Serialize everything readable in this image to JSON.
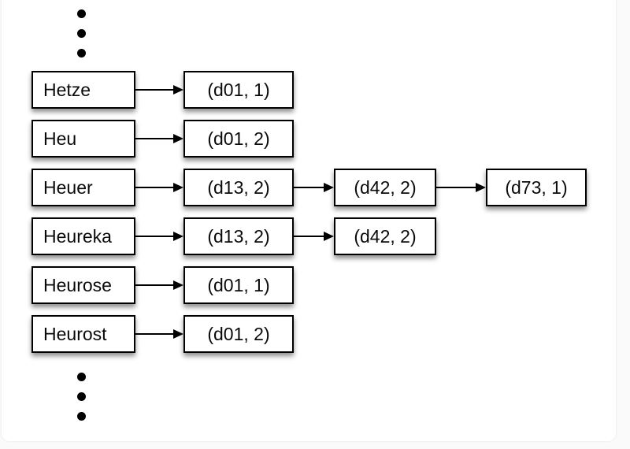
{
  "page": {
    "background_color": "#fafafa",
    "panel_color": "#ffffff",
    "box_border_color": "#000000",
    "text_color": "#0a0a0a"
  },
  "icons": {
    "arrow": "right-arrow",
    "ellipsis_dot": "filled-circle"
  },
  "diagram": {
    "description": "inverted-index term list with postings chains",
    "rows": [
      {
        "term": "Hetze",
        "postings": [
          "(d01, 1)"
        ]
      },
      {
        "term": "Heu",
        "postings": [
          "(d01, 2)"
        ]
      },
      {
        "term": "Heuer",
        "postings": [
          "(d13, 2)",
          "(d42, 2)",
          "(d73, 1)"
        ]
      },
      {
        "term": "Heureka",
        "postings": [
          "(d13, 2)",
          "(d42, 2)"
        ]
      },
      {
        "term": "Heurose",
        "postings": [
          "(d01, 1)"
        ]
      },
      {
        "term": "Heurost",
        "postings": [
          "(d01, 2)"
        ]
      }
    ]
  }
}
